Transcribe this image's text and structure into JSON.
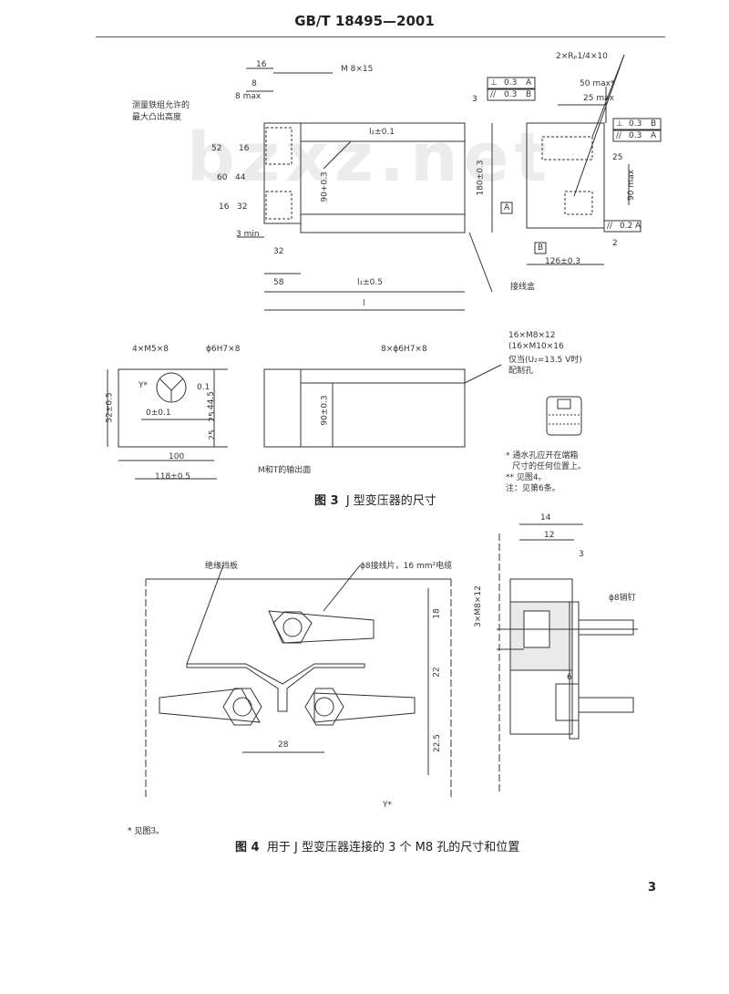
{
  "header": {
    "standard": "GB/T 18495—2001"
  },
  "watermark": "bzxz.net",
  "fig3": {
    "labels": {
      "m8x15": "M 8×15",
      "max_height_note_1": "测量铁组允许的",
      "max_height_note_2": "最大凸出高度",
      "d16": "16",
      "d8": "8",
      "d8max": "8 max",
      "d52": "52",
      "d10a": "16",
      "d60": "60",
      "d44": "44",
      "d32": "32",
      "d10b": "16",
      "d3min": "3 min",
      "d32b": "32",
      "d58": "58",
      "d3": "3",
      "l2": "l₂±0.1",
      "l1": "l₁±0.5",
      "l": "l",
      "v90": "90+0.3",
      "v180": "180±0.3",
      "rp": "2×Rₚ1/4×10",
      "tol1a": "⊥",
      "tol1b": "0.3",
      "tol1c": "A",
      "tol2a": "//",
      "tol2b": "0.3",
      "tol2c": "B",
      "d50max": "50 max*",
      "d25max": "25 max",
      "tol3a": "⊥",
      "tol3b": "0.3",
      "tol3c": "B",
      "tol4a": "//",
      "tol4b": "0.3",
      "tol4c": "A",
      "d25": "25",
      "d90max": "90 max",
      "datumA": "A",
      "datumB": "B",
      "tol5a": "//",
      "tol5b": "0.2",
      "tol5c": "A",
      "d2": "2",
      "d126": "126±0.3",
      "terminal_box": "接线盒",
      "m5x8": "4×M5×8",
      "phi6": "ϕ6H7×8",
      "phi6b": "8×ϕ6H7×8",
      "m8x12_1": "16×M8×12",
      "m8x12_2": "(16×M10×16",
      "m8x12_3": "仅当(U₂=13.5 V时)",
      "m8x12_4": "配制孔",
      "y_star": "Y*",
      "d52b": "52±0.5",
      "d0_1": "0.1",
      "d0_1b": "0±0.1",
      "d44_5": "44.5",
      "d25b": "25",
      "d25c": "25",
      "d90b": "90±0.3",
      "d100": "100",
      "d118": "118±0.5",
      "mt_face": "M和T的输出面",
      "note1": "* 通水孔应开在端箱",
      "note2": "尺寸的任何位置上。",
      "note3": "** 见图4。",
      "note4": "注：见第6条。"
    },
    "caption_num": "图 3",
    "caption_text": "J 型变压器的尺寸"
  },
  "fig4": {
    "labels": {
      "barrier": "绝缘挡板",
      "phi8_lug": "ϕ8接线片，16 mm²电缆",
      "d18": "18",
      "d22": "22",
      "d22_5": "22.5",
      "d28": "28",
      "y_star": "Y*",
      "d14": "14",
      "d12": "12",
      "d3": "3",
      "m8x12": "3×M8×12",
      "phi8_pin": "ϕ8销钉",
      "d6": "6"
    },
    "caption_num": "图 4",
    "caption_text": "用于 J 型变压器连接的 3 个 M8 孔的尺寸和位置",
    "footnote": "* 见图3。"
  },
  "page_number": "3"
}
